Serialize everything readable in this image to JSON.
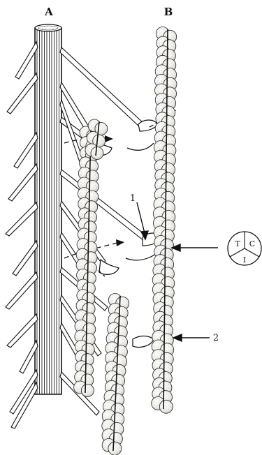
{
  "labels": {
    "a": "A",
    "b": "B",
    "one": "1",
    "two": "2",
    "t": "T",
    "c": "C",
    "i": "I"
  },
  "colors": {
    "ink": "#111111",
    "bead_fill": "#f3f1ec",
    "background": "#ffffff"
  }
}
